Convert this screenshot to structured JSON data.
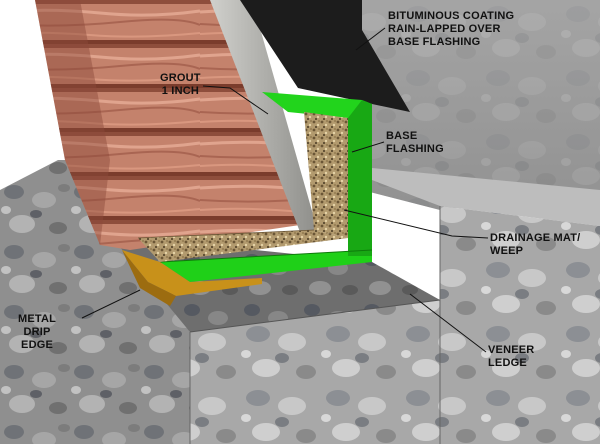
{
  "labels": {
    "bituminous": [
      "BITUMINOUS COATING",
      "RAIN-LAPPED OVER",
      "BASE FLASHING"
    ],
    "grout": [
      "GROUT",
      "1 INCH"
    ],
    "base_flashing": [
      "BASE",
      "FLASHING"
    ],
    "drainage": [
      "DRAINAGE MAT/",
      "WEEP"
    ],
    "drip_edge": [
      "METAL",
      "DRIP",
      "EDGE"
    ],
    "veneer_ledge": [
      "VENEER",
      "LEDGE"
    ]
  },
  "colors": {
    "flashing": "#27d81f",
    "coating": "#1a1a1a",
    "drip_edge": "#c9951e",
    "wall_gray": "#9a9a9a",
    "stone_concrete": "#8b8b8b",
    "wood_grout": "#c98a74"
  }
}
